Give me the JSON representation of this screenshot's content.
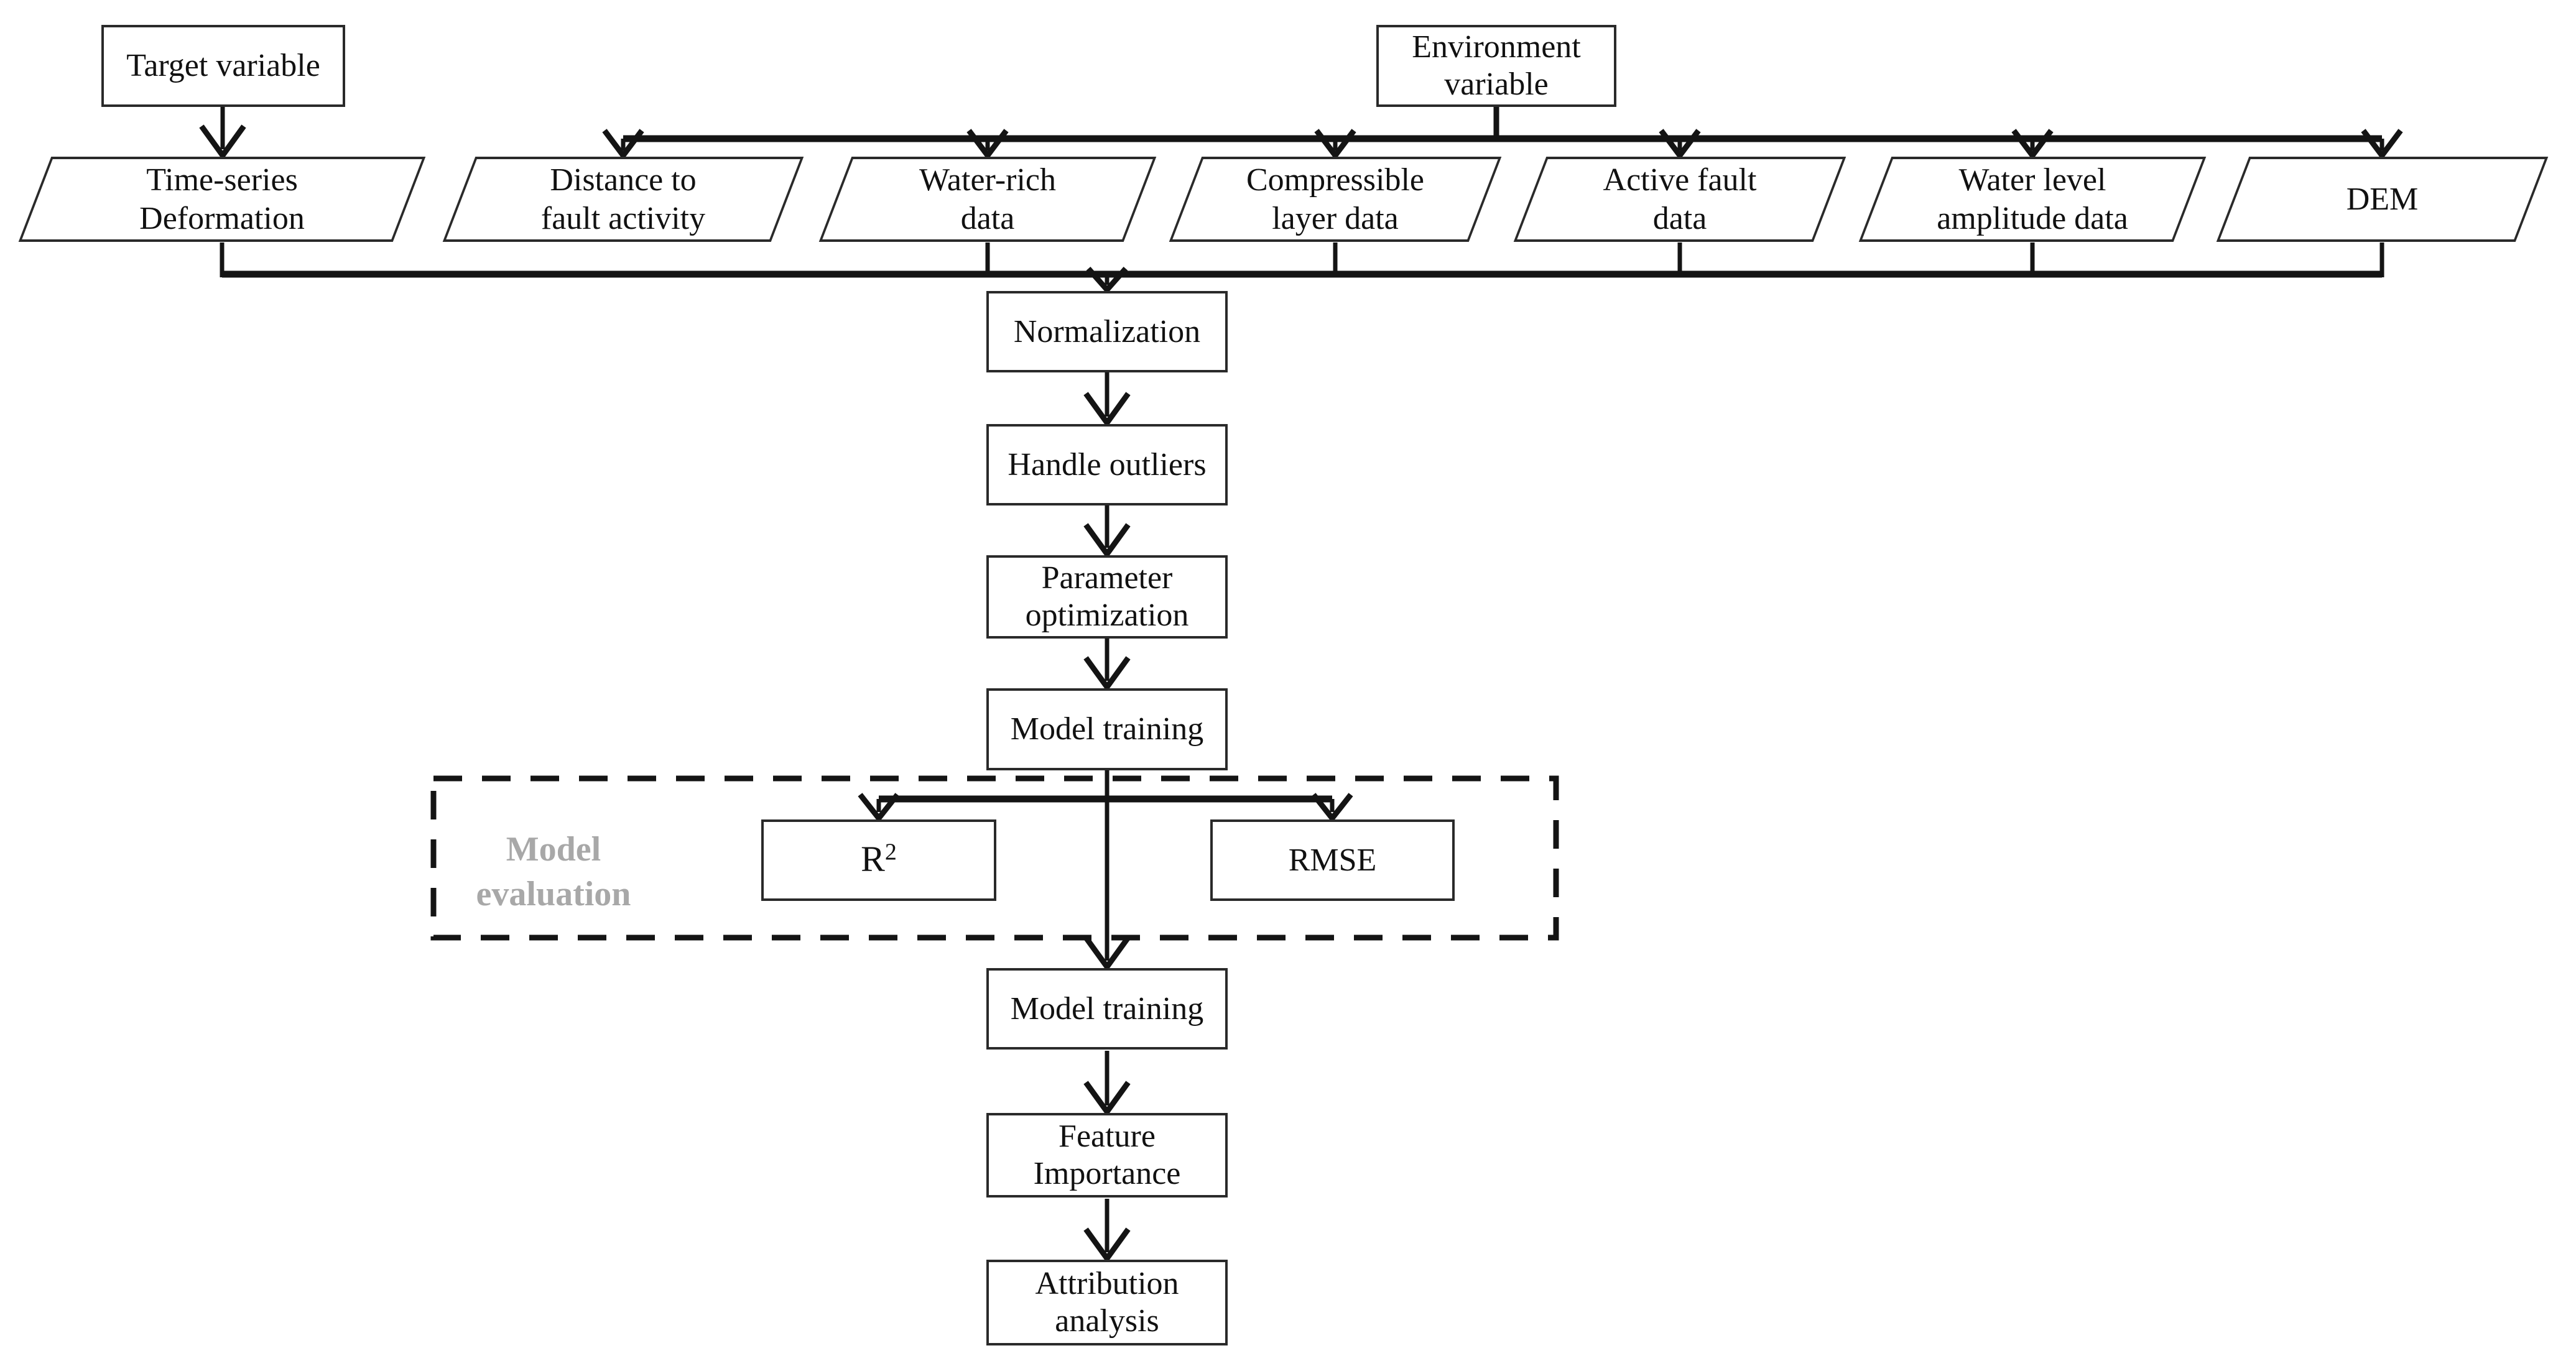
{
  "figure": {
    "type": "flowchart",
    "background": "#ffffff",
    "colors": {
      "line": "#141414",
      "box_border": "#2a2a2a",
      "box_fill": "#ffffff",
      "text": "#111111",
      "evaluation_label": "#a8a8a8"
    },
    "nodes": {
      "target": {
        "label": "Target variable"
      },
      "environment": {
        "line1": "Environment",
        "line2": "variable"
      },
      "time_series": {
        "line1": "Time-series",
        "line2": "Deformation"
      },
      "distance_fault": {
        "line1": "Distance to",
        "line2": "fault activity"
      },
      "water_rich": {
        "line1": "Water-rich",
        "line2": "data"
      },
      "compressible": {
        "line1": "Compressible",
        "line2": "layer data"
      },
      "active_fault": {
        "line1": "Active fault",
        "line2": "data"
      },
      "water_level": {
        "line1": "Water level",
        "line2": "amplitude data"
      },
      "dem": {
        "label": "DEM"
      },
      "normalization": {
        "label": "Normalization"
      },
      "handle_outliers": {
        "label": "Handle outliers"
      },
      "parameter_optimization": {
        "line1": "Parameter",
        "line2": "optimization"
      },
      "model_training_1": {
        "label": "Model training"
      },
      "r2": {
        "base": "R",
        "sup": "2"
      },
      "rmse": {
        "label": "RMSE"
      },
      "model_training_2": {
        "label": "Model training"
      },
      "feature_importance": {
        "line1": "Feature",
        "line2": "Importance"
      },
      "attribution_analysis": {
        "line1": "Attribution",
        "line2": "analysis"
      }
    },
    "groups": {
      "model_evaluation": {
        "line1": "Model",
        "line2": "evaluation"
      }
    },
    "edges": [
      {
        "from": "target",
        "to": "time_series"
      },
      {
        "from": "environment",
        "to": "distance_fault"
      },
      {
        "from": "environment",
        "to": "water_rich"
      },
      {
        "from": "environment",
        "to": "compressible"
      },
      {
        "from": "environment",
        "to": "active_fault"
      },
      {
        "from": "environment",
        "to": "water_level"
      },
      {
        "from": "environment",
        "to": "dem"
      },
      {
        "from": "time_series",
        "to": "normalization"
      },
      {
        "from": "water_rich",
        "to": "normalization"
      },
      {
        "from": "compressible",
        "to": "normalization"
      },
      {
        "from": "active_fault",
        "to": "normalization"
      },
      {
        "from": "water_level",
        "to": "normalization"
      },
      {
        "from": "dem",
        "to": "normalization"
      },
      {
        "from": "normalization",
        "to": "handle_outliers"
      },
      {
        "from": "handle_outliers",
        "to": "parameter_optimization"
      },
      {
        "from": "parameter_optimization",
        "to": "model_training_1"
      },
      {
        "from": "model_training_1",
        "to": "r2"
      },
      {
        "from": "model_training_1",
        "to": "rmse"
      },
      {
        "from": "model_training_1",
        "to": "model_training_2"
      },
      {
        "from": "model_training_2",
        "to": "feature_importance"
      },
      {
        "from": "feature_importance",
        "to": "attribution_analysis"
      }
    ]
  }
}
